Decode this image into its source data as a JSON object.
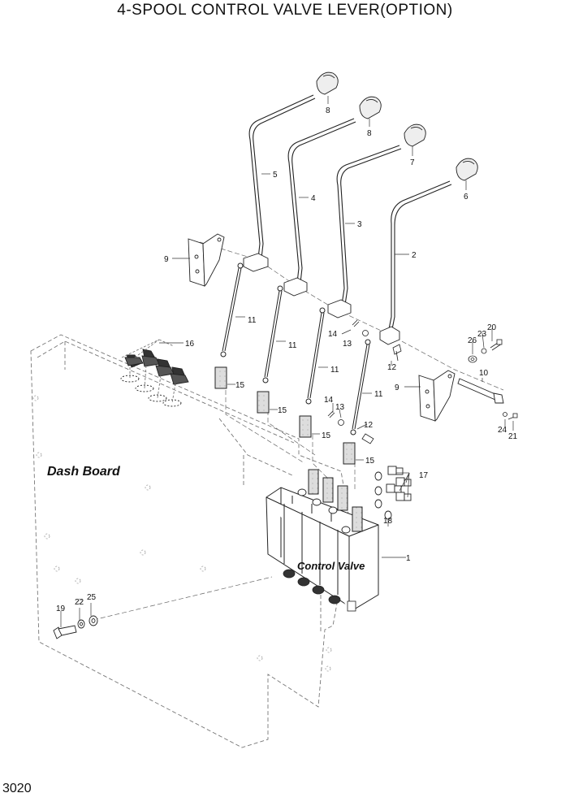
{
  "title": "4-SPOOL CONTROL VALVE LEVER(OPTION)",
  "page_number": "3020",
  "labels": {
    "dash_board": "Dash Board",
    "control_valve": "Control Valve"
  },
  "callouts": [
    {
      "id": "c1",
      "text": "1"
    },
    {
      "id": "c2",
      "text": "2"
    },
    {
      "id": "c3",
      "text": "3"
    },
    {
      "id": "c4",
      "text": "4"
    },
    {
      "id": "c5",
      "text": "5"
    },
    {
      "id": "c6",
      "text": "6"
    },
    {
      "id": "c7",
      "text": "7"
    },
    {
      "id": "c8a",
      "text": "8"
    },
    {
      "id": "c8b",
      "text": "8"
    },
    {
      "id": "c9a",
      "text": "9"
    },
    {
      "id": "c9b",
      "text": "9"
    },
    {
      "id": "c10",
      "text": "10"
    },
    {
      "id": "c11a",
      "text": "11"
    },
    {
      "id": "c11b",
      "text": "11"
    },
    {
      "id": "c11c",
      "text": "11"
    },
    {
      "id": "c11d",
      "text": "11"
    },
    {
      "id": "c12a",
      "text": "12"
    },
    {
      "id": "c12b",
      "text": "12"
    },
    {
      "id": "c13a",
      "text": "13"
    },
    {
      "id": "c13b",
      "text": "13"
    },
    {
      "id": "c14a",
      "text": "14"
    },
    {
      "id": "c14b",
      "text": "14"
    },
    {
      "id": "c15a",
      "text": "15"
    },
    {
      "id": "c15b",
      "text": "15"
    },
    {
      "id": "c15c",
      "text": "15"
    },
    {
      "id": "c15d",
      "text": "15"
    },
    {
      "id": "c16",
      "text": "16"
    },
    {
      "id": "c17",
      "text": "17"
    },
    {
      "id": "c18",
      "text": "18"
    },
    {
      "id": "c19",
      "text": "19"
    },
    {
      "id": "c20",
      "text": "20"
    },
    {
      "id": "c21",
      "text": "21"
    },
    {
      "id": "c22",
      "text": "22"
    },
    {
      "id": "c23",
      "text": "23"
    },
    {
      "id": "c24",
      "text": "24"
    },
    {
      "id": "c25",
      "text": "25"
    },
    {
      "id": "c26",
      "text": "26"
    }
  ]
}
